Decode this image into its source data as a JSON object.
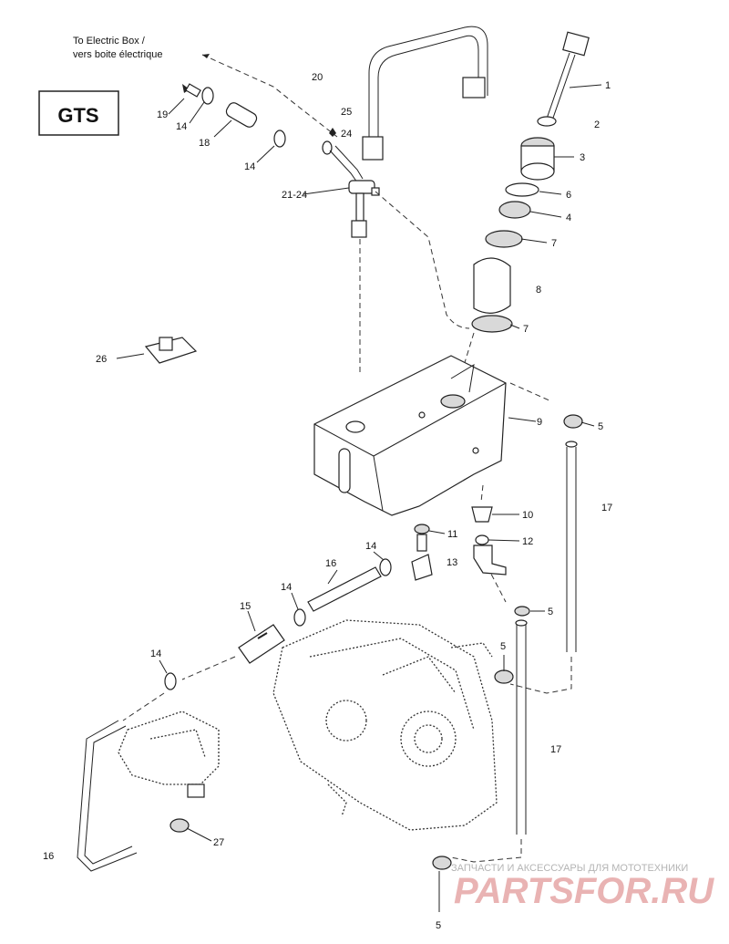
{
  "model_badge": "GTS",
  "electric_box_note": [
    "To Electric Box /",
    "vers boite électrique"
  ],
  "callouts": {
    "c1": "1",
    "c2": "2",
    "c3": "3",
    "c4": "4",
    "c5a": "5",
    "c5b": "5",
    "c5c": "5",
    "c5d": "5",
    "c6": "6",
    "c7a": "7",
    "c7b": "7",
    "c8": "8",
    "c9": "9",
    "c10": "10",
    "c11": "11",
    "c12": "12",
    "c13": "13",
    "c14a": "14",
    "c14b": "14",
    "c14c": "14",
    "c14d": "14",
    "c14e": "14",
    "c15": "15",
    "c16a": "16",
    "c16b": "16",
    "c17a": "17",
    "c17b": "17",
    "c18": "18",
    "c19": "19",
    "c20": "20",
    "c21_24": "21-24",
    "c24": "24",
    "c25": "25",
    "c26": "26",
    "c27": "27"
  },
  "watermark": {
    "small": "ЗАПЧАСТИ И АКСЕССУАРЫ ДЛЯ МОТОТЕХНИКИ",
    "large": "PARTSFOR.RU"
  }
}
